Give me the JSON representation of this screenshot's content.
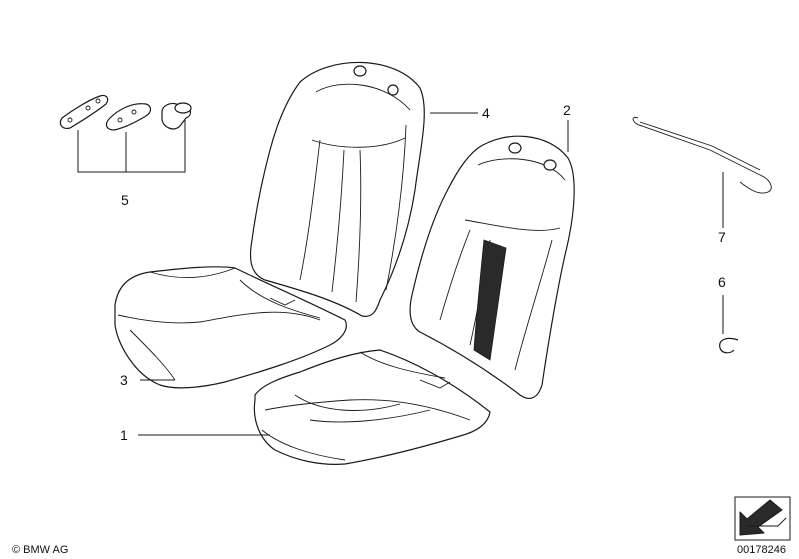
{
  "callouts": [
    {
      "id": "1",
      "label": "1"
    },
    {
      "id": "2",
      "label": "2"
    },
    {
      "id": "3",
      "label": "3"
    },
    {
      "id": "4",
      "label": "4"
    },
    {
      "id": "5",
      "label": "5"
    },
    {
      "id": "6",
      "label": "6"
    },
    {
      "id": "7",
      "label": "7"
    }
  ],
  "footer": {
    "copyright": "© BMW AG",
    "diagram_number": "00178246"
  }
}
